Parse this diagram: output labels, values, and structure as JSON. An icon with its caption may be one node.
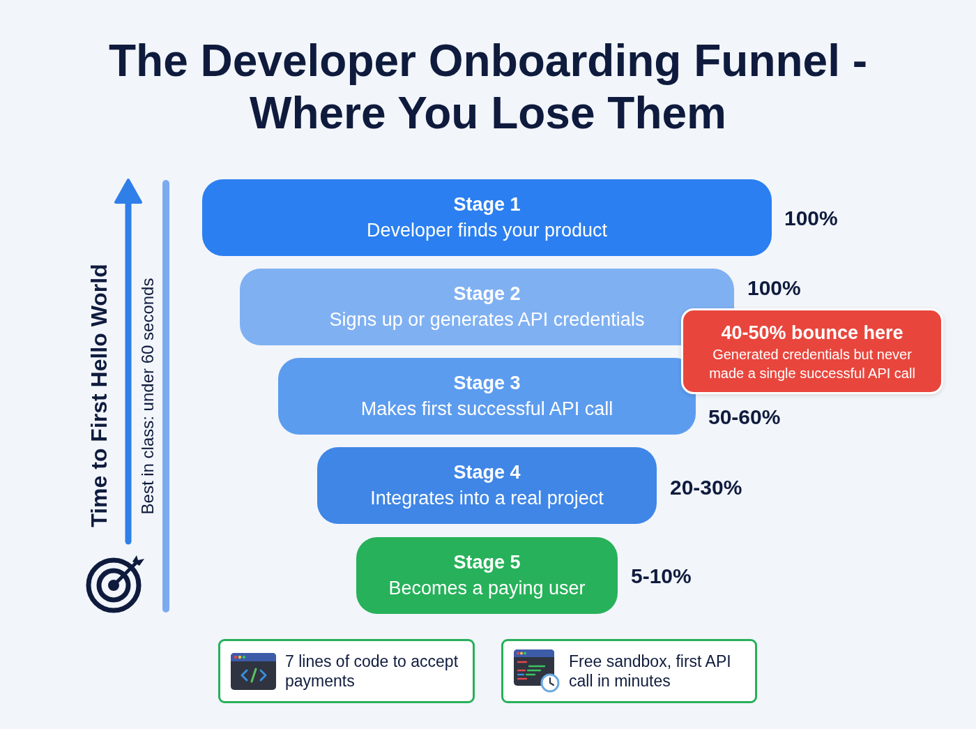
{
  "diagram": {
    "title": "The Developer Onboarding Funnel - Where You Lose Them",
    "nodes": [
      {
        "text": [
          "Stage 1",
          "Developer finds your product"
        ],
        "beside": [
          "100%"
        ]
      },
      {
        "text": [
          "Stage 2",
          "Signs up or generates API credentials"
        ],
        "beside": [
          "100%"
        ]
      },
      {
        "text": [
          "Stage 3",
          "Makes first successful API call"
        ],
        "beside": [
          "50-60%"
        ]
      },
      {
        "text": [
          "Stage 4",
          "Integrates into a real project"
        ],
        "beside": [
          "20-30%"
        ]
      },
      {
        "text": [
          "Stage 5",
          "Becomes a paying user"
        ],
        "beside": [
          "5-10%"
        ]
      },
      {
        "text": [
          "40-50% bounce here",
          "Generated credentials but never made a single successful API call"
        ]
      },
      {
        "text": [
          "7 lines of code to accept payments"
        ]
      },
      {
        "text": [
          "Free sandbox, first API call in minutes"
        ]
      }
    ],
    "labels": [
      "Time to First Hello World",
      "Best in class: under 60 seconds"
    ]
  }
}
